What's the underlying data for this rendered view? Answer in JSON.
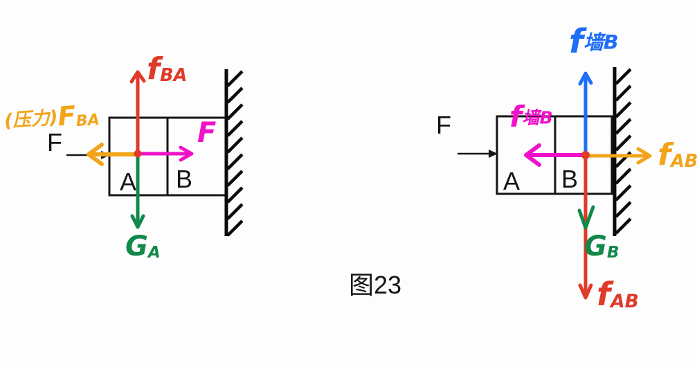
{
  "figure": {
    "caption": "图23",
    "colors": {
      "red": "#e03a28",
      "orange": "#f2a41b",
      "magenta": "#f011c9",
      "green": "#12894a",
      "blue": "#1e6ef6",
      "ink": "#151515",
      "background": "#fdfdfd"
    }
  },
  "left_diagram": {
    "block_a_label": "A",
    "block_b_label": "B",
    "applied_force_label": "F",
    "forces": {
      "friction_up": {
        "symbol": "f",
        "subscript": "BA",
        "color": "#e03a28",
        "direction": "up"
      },
      "reaction_left": {
        "prefix": "(压力)",
        "symbol": "F",
        "subscript": "BA",
        "color": "#f2a41b",
        "direction": "left"
      },
      "applied_right": {
        "symbol": "F",
        "subscript": "",
        "color": "#f011c9",
        "direction": "right"
      },
      "gravity_down": {
        "symbol": "G",
        "subscript": "A",
        "color": "#12894a",
        "direction": "down"
      }
    }
  },
  "right_diagram": {
    "block_a_label": "A",
    "block_b_label": "B",
    "applied_force_label": "F",
    "forces": {
      "wall_friction_up": {
        "symbol": "f",
        "subscript": "墙B",
        "color": "#1e6ef6",
        "direction": "up"
      },
      "wall_normal_left": {
        "symbol": "f",
        "subscript": "墙B",
        "color": "#f011c9",
        "direction": "left"
      },
      "normal_from_a_right": {
        "symbol": "f",
        "subscript": "AB",
        "color": "#f2a41b",
        "direction": "right"
      },
      "gravity_down": {
        "symbol": "G",
        "subscript": "B",
        "color": "#12894a",
        "direction": "down"
      },
      "friction_down": {
        "symbol": "f",
        "subscript": "AB",
        "color": "#e03a28",
        "direction": "down"
      }
    }
  }
}
